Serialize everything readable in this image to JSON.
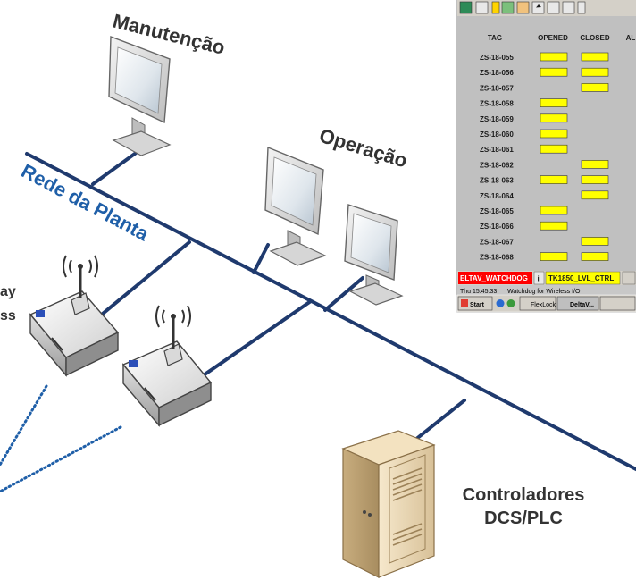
{
  "labels": {
    "manutencao": "Manutenção",
    "operacao": "Operação",
    "network": "Rede da Planta",
    "controllers_line1": "Controladores",
    "controllers_line2": "DCS/PLC",
    "gateway_partial_1": "ay",
    "gateway_partial_2": "ss"
  },
  "hmi_screen": {
    "columns": [
      "TAG",
      "OPENED",
      "CLOSED",
      "AL"
    ],
    "rows": [
      {
        "tag": "ZS-18-055",
        "opened": true,
        "closed": true
      },
      {
        "tag": "ZS-18-056",
        "opened": true,
        "closed": true
      },
      {
        "tag": "ZS-18-057",
        "opened": false,
        "closed": true
      },
      {
        "tag": "ZS-18-058",
        "opened": true,
        "closed": false
      },
      {
        "tag": "ZS-18-059",
        "opened": true,
        "closed": false
      },
      {
        "tag": "ZS-18-060",
        "opened": true,
        "closed": false
      },
      {
        "tag": "ZS-18-061",
        "opened": true,
        "closed": false
      },
      {
        "tag": "ZS-18-062",
        "opened": false,
        "closed": true
      },
      {
        "tag": "ZS-18-063",
        "opened": true,
        "closed": true
      },
      {
        "tag": "ZS-18-064",
        "opened": false,
        "closed": true
      },
      {
        "tag": "ZS-18-065",
        "opened": true,
        "closed": false
      },
      {
        "tag": "ZS-18-066",
        "opened": true,
        "closed": false
      },
      {
        "tag": "ZS-18-067",
        "opened": false,
        "closed": true
      },
      {
        "tag": "ZS-18-068",
        "opened": true,
        "closed": true
      }
    ],
    "alarm_left": "ELTAV_WATCHDOG",
    "alarm_info_icon": "i",
    "alarm_right": "TK1850_LVL_CTRL",
    "status_time": "Thu 15:45:33",
    "status_msg": "Watchdog for Wireless I/O",
    "taskbar": {
      "start": "Start",
      "item1": "FlexLock",
      "item2": "DeltaV..."
    }
  },
  "colors": {
    "network_line": "#1f3a6e",
    "wireless_dots": "#1f5fa8",
    "indicator_yellow": "#ffff00",
    "alarm_red": "#ff0000"
  }
}
